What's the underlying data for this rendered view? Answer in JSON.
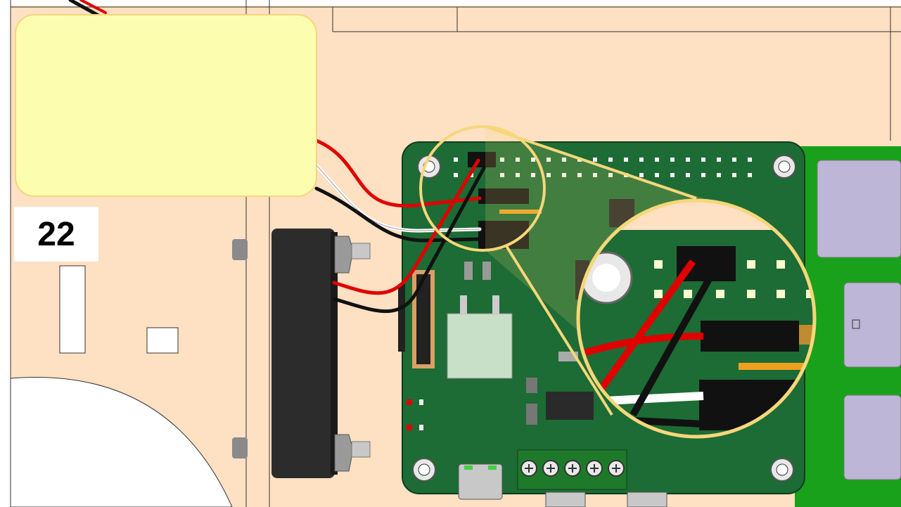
{
  "step": {
    "number": "22"
  },
  "callout": {
    "text": ""
  },
  "colors": {
    "acrylic": "#fee0c2",
    "pcb_green": "#1d6b35",
    "pcb_green_light": "#1aa11c",
    "wire_red": "#e00000",
    "wire_black": "#111111",
    "wire_white": "#ffffff",
    "magnifier_ring": "#f6d77a",
    "callout_fill": "#fdfdaf",
    "heatsink": "#2c2c2c",
    "usb_port": "#bdb6d6"
  },
  "icons": [
    "fan-part",
    "pi-board",
    "terminal-block",
    "magnifier-lens"
  ]
}
